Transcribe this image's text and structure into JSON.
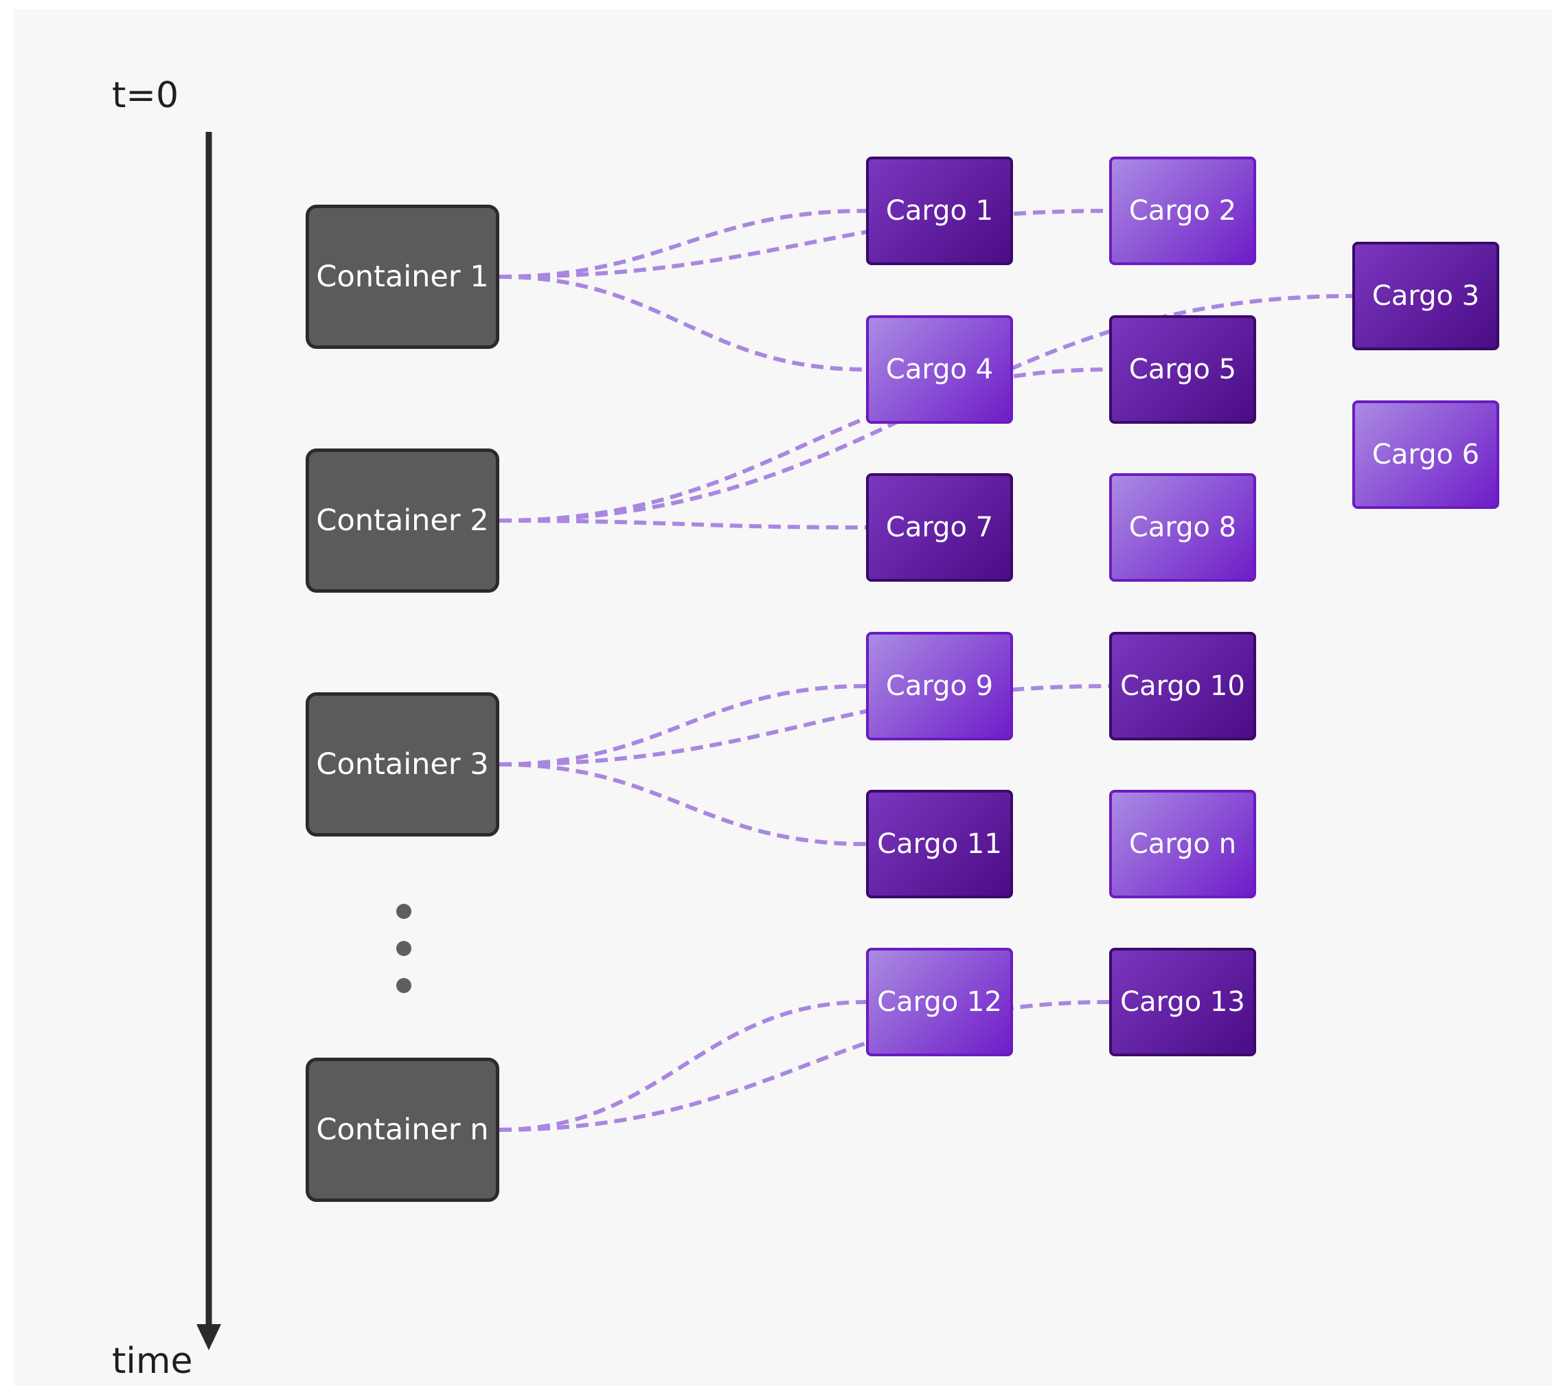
{
  "axis": {
    "start_label": "t=0",
    "end_label": "time"
  },
  "containers": [
    {
      "id": "c1",
      "label": "Container 1"
    },
    {
      "id": "c2",
      "label": "Container 2"
    },
    {
      "id": "c3",
      "label": "Container 3"
    },
    {
      "id": "cn",
      "label": "Container n"
    }
  ],
  "cargos": [
    {
      "id": "k1",
      "label": "Cargo 1",
      "shade": "dark"
    },
    {
      "id": "k2",
      "label": "Cargo 2",
      "shade": "light"
    },
    {
      "id": "k3",
      "label": "Cargo 3",
      "shade": "dark"
    },
    {
      "id": "k4",
      "label": "Cargo 4",
      "shade": "light"
    },
    {
      "id": "k5",
      "label": "Cargo 5",
      "shade": "dark"
    },
    {
      "id": "k6",
      "label": "Cargo 6",
      "shade": "light"
    },
    {
      "id": "k7",
      "label": "Cargo 7",
      "shade": "dark"
    },
    {
      "id": "k8",
      "label": "Cargo 8",
      "shade": "light"
    },
    {
      "id": "k9",
      "label": "Cargo 9",
      "shade": "light"
    },
    {
      "id": "k10",
      "label": "Cargo 10",
      "shade": "dark"
    },
    {
      "id": "k11",
      "label": "Cargo 11",
      "shade": "dark"
    },
    {
      "id": "kn",
      "label": "Cargo n",
      "shade": "light"
    },
    {
      "id": "k12",
      "label": "Cargo 12",
      "shade": "light"
    },
    {
      "id": "k13",
      "label": "Cargo 13",
      "shade": "dark"
    }
  ],
  "links": [
    {
      "from": "c1",
      "to": "k1"
    },
    {
      "from": "c1",
      "to": "k2"
    },
    {
      "from": "c1",
      "to": "k4"
    },
    {
      "from": "c2",
      "to": "k3"
    },
    {
      "from": "c2",
      "to": "k5"
    },
    {
      "from": "c2",
      "to": "k7"
    },
    {
      "from": "c3",
      "to": "k9"
    },
    {
      "from": "c3",
      "to": "k10"
    },
    {
      "from": "c3",
      "to": "k11"
    },
    {
      "from": "cn",
      "to": "k12"
    },
    {
      "from": "cn",
      "to": "k13"
    }
  ],
  "colors": {
    "container_fill": "#5b5b5b",
    "cargo_dark": "#5a1a9a",
    "cargo_light": "#8e5bd6",
    "link": "#a987e0",
    "axis": "#2b2b2b"
  }
}
